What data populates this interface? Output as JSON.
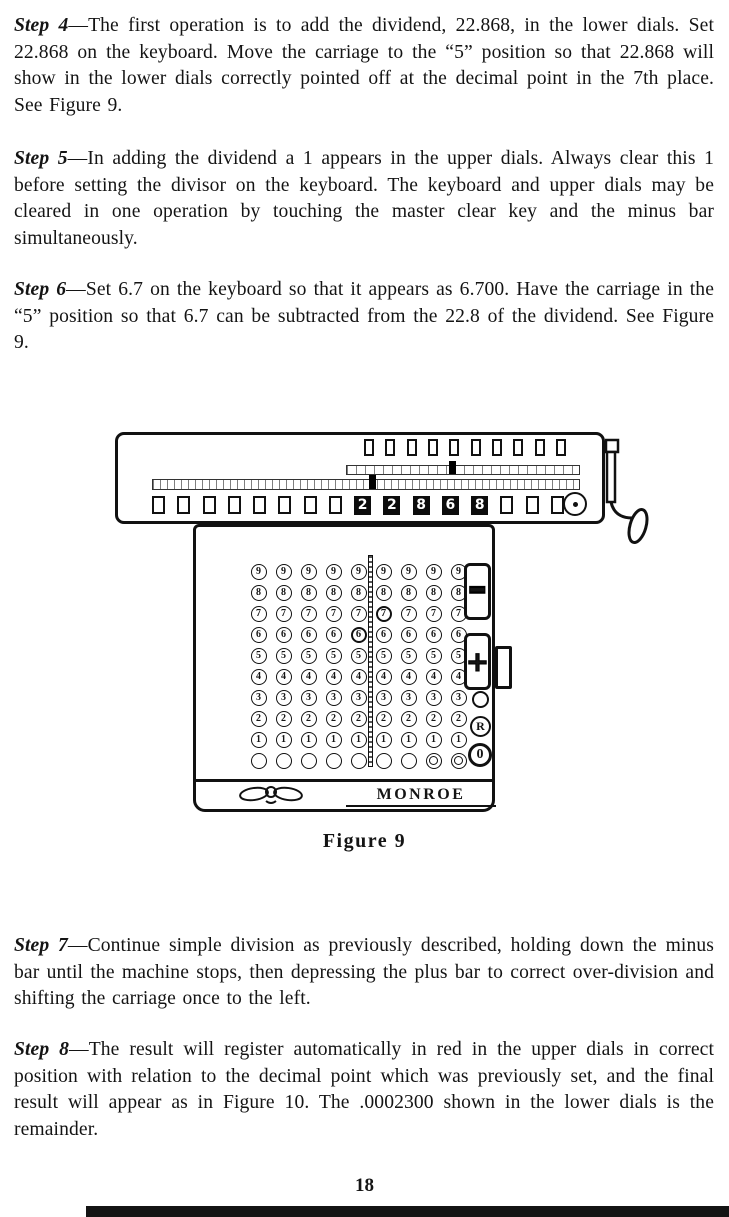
{
  "document": {
    "paragraphs": [
      {
        "lead": "Step 4",
        "text": "—The first operation is to add the dividend, 22.868, in the lower dials. Set 22.868 on the keyboard. Move the carriage to the “5” position so that 22.868 will show in the lower dials correctly pointed off at the decimal point in the 7th place. See Figure 9."
      },
      {
        "lead": "Step 5",
        "text": "—In adding the dividend a 1 appears in the upper dials. Always clear this 1 before setting the divisor on the keyboard. The keyboard and upper dials may be cleared in one operation by touching the master clear key and the minus bar simultaneously."
      },
      {
        "lead": "Step 6",
        "text": "—Set 6.7 on the keyboard so that it appears as 6.700. Have the carriage in the “5” position so that 6.7 can be subtracted from the 22.8 of the dividend. See Figure 9."
      },
      {
        "lead": "Step 7",
        "text": "—Continue simple division as previously described, holding down the minus bar until the machine stops, then depressing the plus bar to correct over-division and shifting the carriage once to the left."
      },
      {
        "lead": "Step 8",
        "text": "—The result will register automatically in red in the upper dials in correct position with relation to the decimal point which was previously set, and the final result will appear as in Figure 10. The .0002300 shown in the lower dials is the remainder."
      }
    ],
    "page_number": "18"
  },
  "figure": {
    "caption": "Figure 9",
    "machine": {
      "brand": "MONROE",
      "upper_dial_count": 10,
      "lower_dials": {
        "window_count": 16,
        "digits_start_index": 8,
        "digits": [
          "2",
          "2",
          "8",
          "6",
          "8"
        ]
      },
      "keyboard": {
        "column_count": 9,
        "row_digits": [
          "9",
          "8",
          "7",
          "6",
          "5",
          "4",
          "3",
          "2",
          "1",
          "0"
        ],
        "pressed_keys": [
          {
            "digit": "6",
            "column": 5
          },
          {
            "digit": "7",
            "column": 6
          }
        ],
        "bold_zero_columns": [
          8,
          9
        ]
      },
      "controls": {
        "minus_bar": "−",
        "plus_bar": "+",
        "repeat_key": "R",
        "zero_key": "0"
      }
    }
  }
}
